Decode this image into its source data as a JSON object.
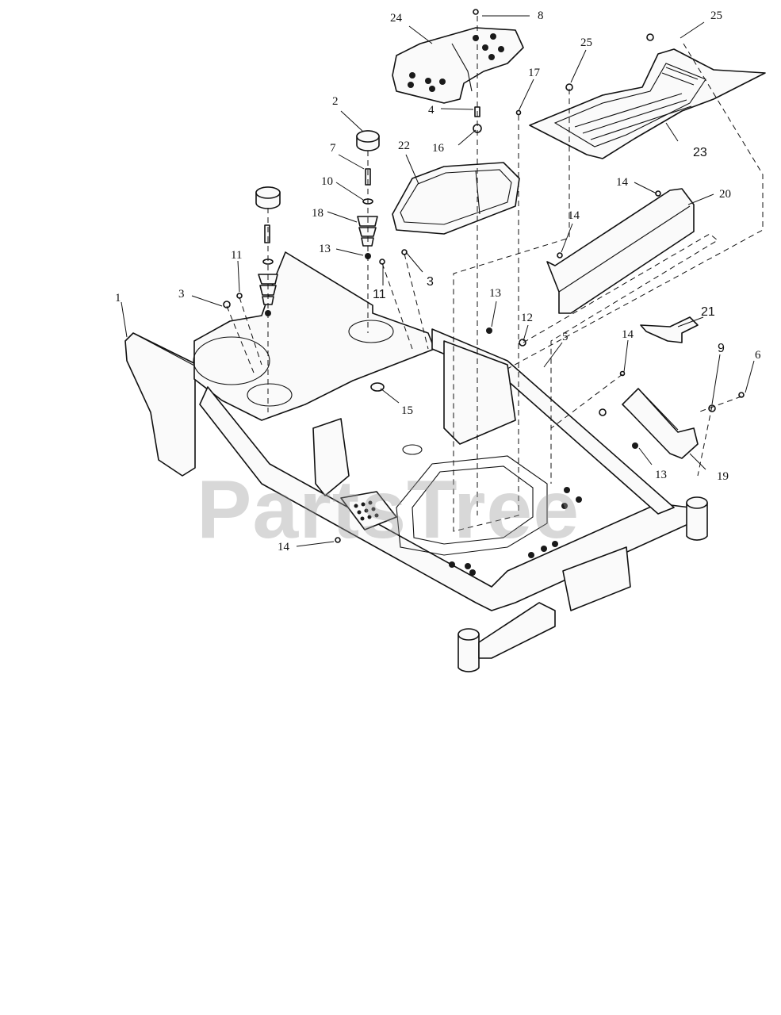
{
  "watermark": "PartsTree",
  "callouts": [
    {
      "id": "c1",
      "label": "1"
    },
    {
      "id": "c2",
      "label": "2"
    },
    {
      "id": "c3a",
      "label": "3"
    },
    {
      "id": "c3b",
      "label": "3"
    },
    {
      "id": "c4",
      "label": "4"
    },
    {
      "id": "c5",
      "label": "5"
    },
    {
      "id": "c6",
      "label": "6"
    },
    {
      "id": "c7",
      "label": "7"
    },
    {
      "id": "c8",
      "label": "8"
    },
    {
      "id": "c9",
      "label": "9"
    },
    {
      "id": "c10",
      "label": "10"
    },
    {
      "id": "c11a",
      "label": "11"
    },
    {
      "id": "c11b",
      "label": "11"
    },
    {
      "id": "c12",
      "label": "12"
    },
    {
      "id": "c13a",
      "label": "13"
    },
    {
      "id": "c13b",
      "label": "13"
    },
    {
      "id": "c13c",
      "label": "13"
    },
    {
      "id": "c14a",
      "label": "14"
    },
    {
      "id": "c14b",
      "label": "14"
    },
    {
      "id": "c14c",
      "label": "14"
    },
    {
      "id": "c14d",
      "label": "14"
    },
    {
      "id": "c15",
      "label": "15"
    },
    {
      "id": "c16",
      "label": "16"
    },
    {
      "id": "c17",
      "label": "17"
    },
    {
      "id": "c18",
      "label": "18"
    },
    {
      "id": "c19",
      "label": "19"
    },
    {
      "id": "c20",
      "label": "20"
    },
    {
      "id": "c21",
      "label": "21"
    },
    {
      "id": "c22",
      "label": "22"
    },
    {
      "id": "c23",
      "label": "23"
    },
    {
      "id": "c24",
      "label": "24"
    },
    {
      "id": "c25a",
      "label": "25"
    },
    {
      "id": "c25b",
      "label": "25"
    }
  ]
}
